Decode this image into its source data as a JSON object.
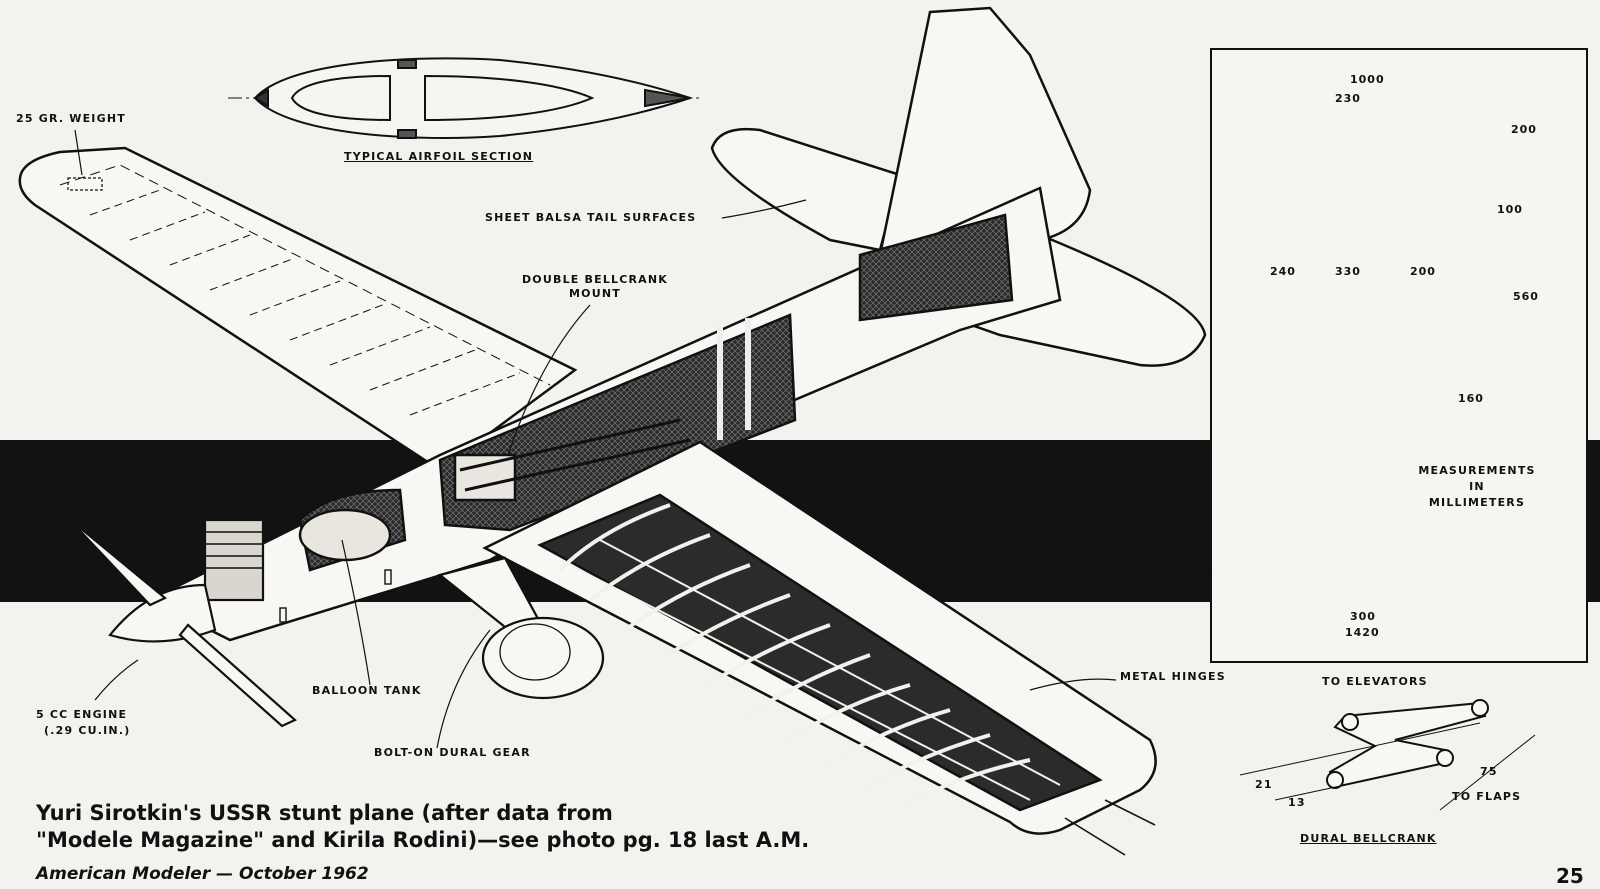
{
  "labels": {
    "weight": "25 GR. WEIGHT",
    "airfoil": "TYPICAL AIRFOIL SECTION",
    "tail_surfaces": "SHEET BALSA TAIL SURFACES",
    "bellcrank_mount_1": "DOUBLE BELLCRANK",
    "bellcrank_mount_2": "MOUNT",
    "metal_hinges": "METAL HINGES",
    "balloon_tank": "BALLOON TANK",
    "engine_1": "5 CC ENGINE",
    "engine_2": "(.29 CU.IN.)",
    "gear": "BOLT-ON DURAL GEAR"
  },
  "dimensions": {
    "length": "1000",
    "canopy": "230",
    "height": "200",
    "tip": "100",
    "nose": "240",
    "chord": "330",
    "tail_arm": "200",
    "stab_span": "560",
    "stab_chord": "160",
    "gear_track": "300",
    "span": "1420"
  },
  "measure_note": {
    "line1": "MEASUREMENTS",
    "line2": "IN",
    "line3": "MILLIMETERS"
  },
  "bellcrank": {
    "to_elevators": "TO ELEVATORS",
    "to_flaps": "TO FLAPS",
    "d21": "21",
    "d13": "13",
    "d75": "75",
    "title": "DURAL BELLCRANK"
  },
  "caption": {
    "line1": "Yuri Sirotkin's USSR stunt plane (after data from",
    "line2": "\"Modele Magazine\" and Kirila Rodini)—see photo pg. 18 last A.M."
  },
  "credit": "American Modeler — October 1962",
  "page_number": "25"
}
